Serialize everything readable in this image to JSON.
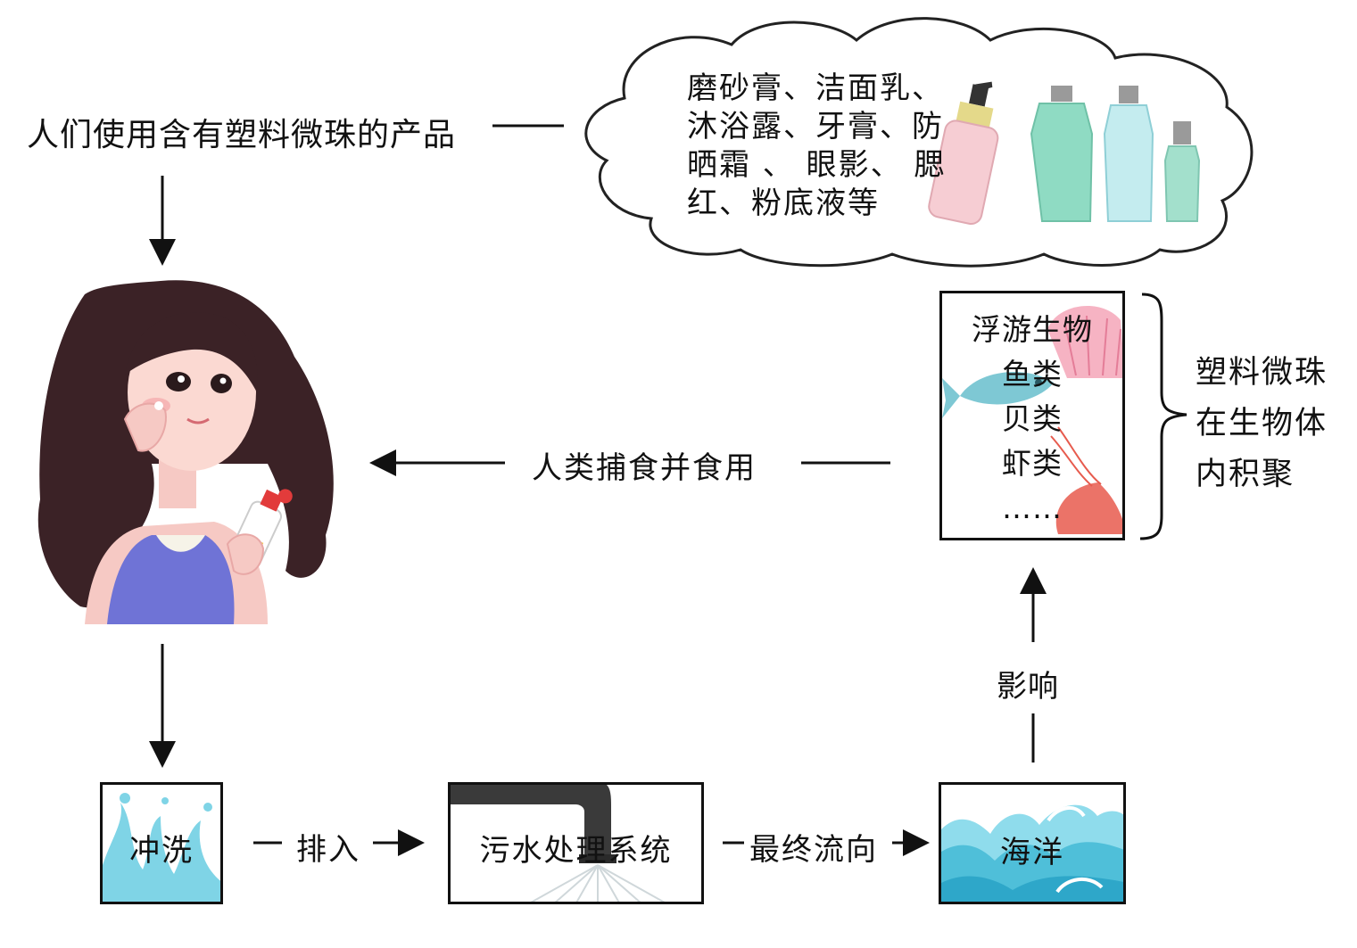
{
  "top_text": "人们使用含有塑料微珠的产品",
  "cloud_lines": [
    "磨砂膏、洁面乳、",
    "沐浴露、牙膏、防",
    "晒霜 、 眼影、 腮",
    "红、粉底液等"
  ],
  "organisms": [
    "浮游生物",
    "鱼类",
    "贝类",
    "虾类",
    "……"
  ],
  "accumulation_lines": [
    "塑料微珠",
    "在生物体",
    "内积聚"
  ],
  "eat_label": "人类捕食并食用",
  "affect_label": "影响",
  "flow": {
    "rinse": "冲洗",
    "discharge": "排入",
    "sewage": "污水处理系统",
    "final": "最终流向",
    "ocean": "海洋"
  },
  "colors": {
    "line": "#111111",
    "water": "#7fd4e6",
    "skin": "#f6c9c4",
    "hair": "#3b2226",
    "dress": "#6f73d6"
  }
}
